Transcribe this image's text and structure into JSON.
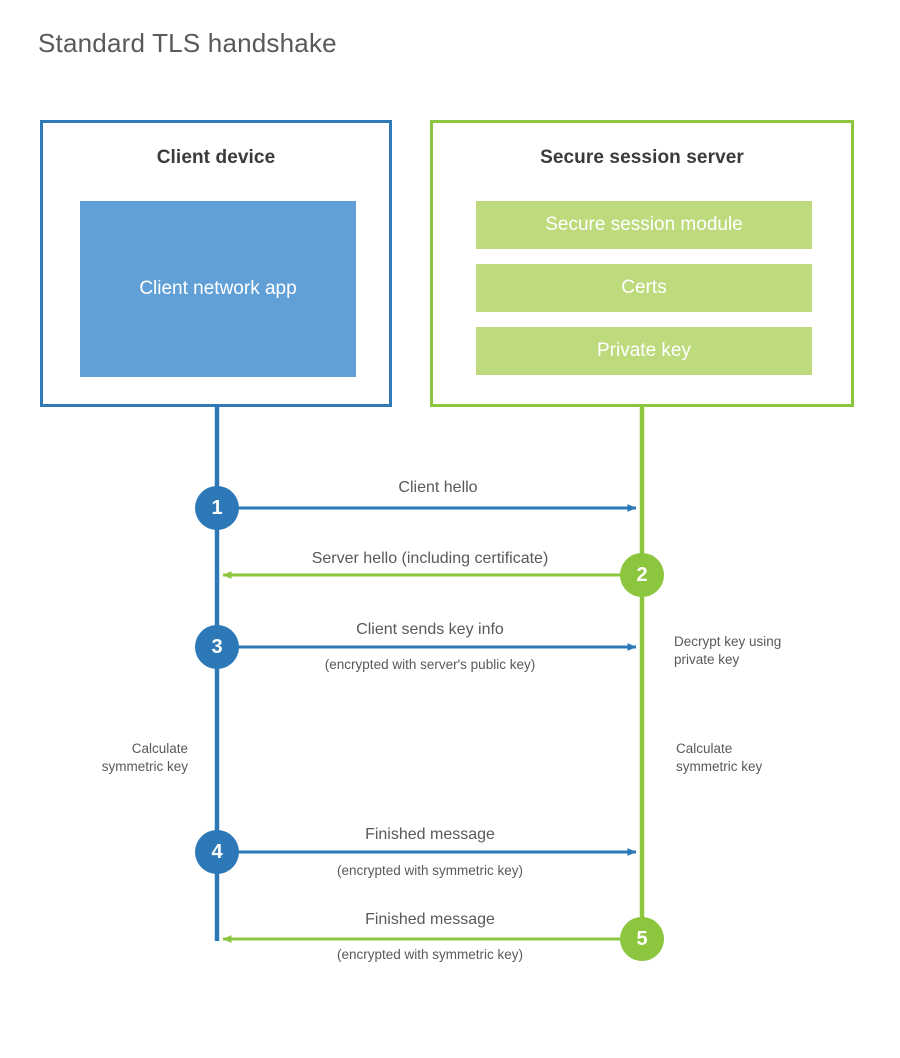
{
  "title": "Standard TLS handshake",
  "entities": {
    "client": {
      "title": "Client device",
      "app_label": "Client network app",
      "border_color": "#3279b7",
      "fill_color": "#61a0d6",
      "lifeline_color": "#2d79b8"
    },
    "server": {
      "title": "Secure session server",
      "border_color": "#8cc63e",
      "module_fill": "#bdda7c",
      "lifeline_color": "#8cc63e",
      "modules": [
        {
          "label": "Secure session module"
        },
        {
          "label": "Certs"
        },
        {
          "label": "Private key"
        }
      ]
    }
  },
  "steps": [
    {
      "number": "1",
      "origin": "client",
      "direction": "client-to-server",
      "label": "Client hello",
      "sub_label": "",
      "color": "#2d79b8"
    },
    {
      "number": "2",
      "origin": "server",
      "direction": "server-to-client",
      "label": "Server hello (including certificate)",
      "sub_label": "",
      "color": "#8cc63e"
    },
    {
      "number": "3",
      "origin": "client",
      "direction": "client-to-server",
      "label": "Client sends key info",
      "sub_label": "(encrypted with server's public key)",
      "color": "#2d79b8"
    },
    {
      "number": "4",
      "origin": "client",
      "direction": "client-to-server",
      "label": "Finished message",
      "sub_label": "(encrypted with symmetric key)",
      "color": "#2d79b8"
    },
    {
      "number": "5",
      "origin": "server",
      "direction": "server-to-client",
      "label": "Finished message",
      "sub_label": "(encrypted with symmetric key)",
      "color": "#8cc63e"
    }
  ],
  "annotations": {
    "decrypt_note": "Decrypt key using\nprivate key",
    "decrypt_note_line1": "Decrypt key using",
    "decrypt_note_line2": "private key",
    "client_calc_line1": "Calculate",
    "client_calc_line2": "symmetric key",
    "server_calc_line1": "Calculate",
    "server_calc_line2": "symmetric key"
  }
}
